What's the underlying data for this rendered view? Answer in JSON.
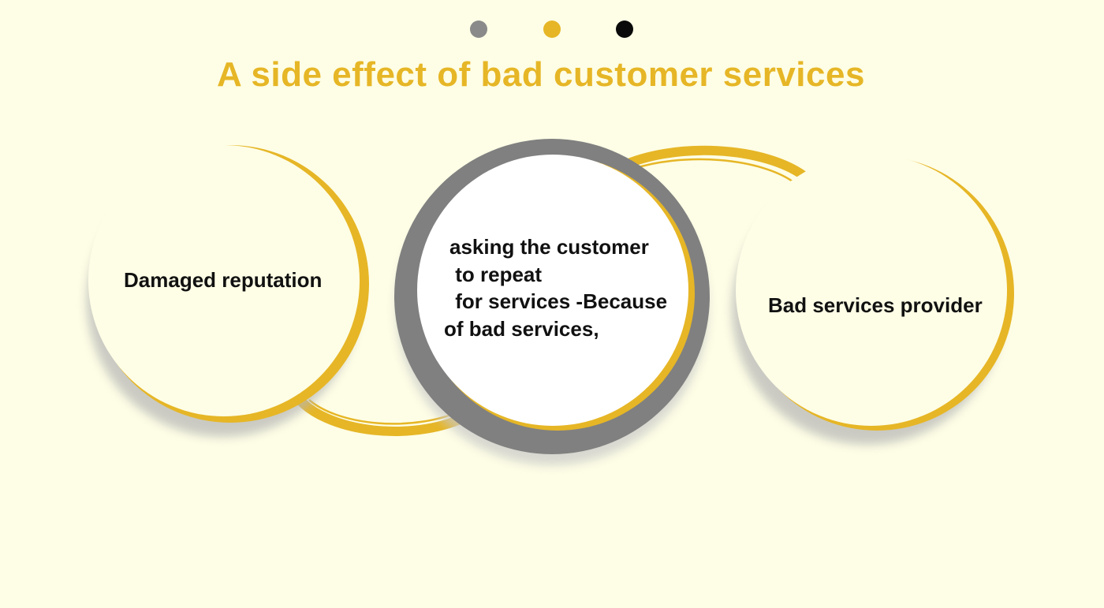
{
  "title": "A side effect of bad customer services",
  "colors": {
    "background": "#fefee6",
    "accent": "#e6b626",
    "gray": "#808080",
    "dark": "#0a0a0a",
    "title": "#e6b626"
  },
  "nav_dots": [
    {
      "color": "#8a8a8a"
    },
    {
      "color": "#e6b626"
    },
    {
      "color": "#0a0a0a"
    }
  ],
  "circles": {
    "left": {
      "label": "Damaged reputation"
    },
    "center": {
      "lines": [
        "asking the customer",
        " to repeat",
        " for services -Because",
        "of bad services,"
      ]
    },
    "right": {
      "label": "Bad services provider"
    }
  }
}
